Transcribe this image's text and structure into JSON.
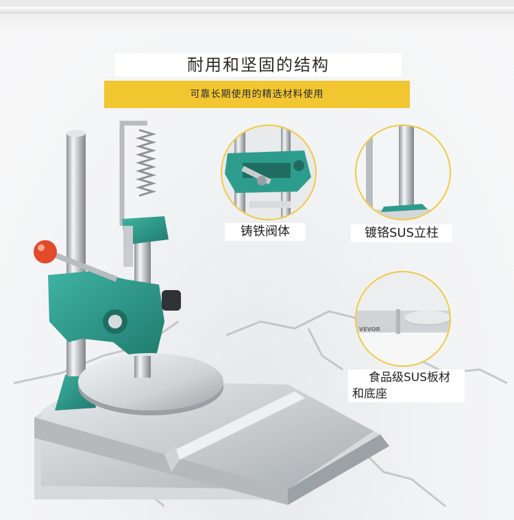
{
  "header": {
    "title": "耐用和坚固的结构",
    "subtitle": "可靠长期使用的精选材料使用"
  },
  "details": [
    {
      "label": "铸铁阀体"
    },
    {
      "label": "镀铬SUS立柱"
    },
    {
      "label_line1": "食品级SUS板材",
      "label_line2": "和底座"
    }
  ],
  "brand_mark": "VEVOR",
  "colors": {
    "accent_yellow": "#f2c631",
    "circle_border": "#f0c93a",
    "cast_iron_green": "#2e9c8c",
    "handle_red": "#e24a2a",
    "steel": "#c9cdd0"
  }
}
